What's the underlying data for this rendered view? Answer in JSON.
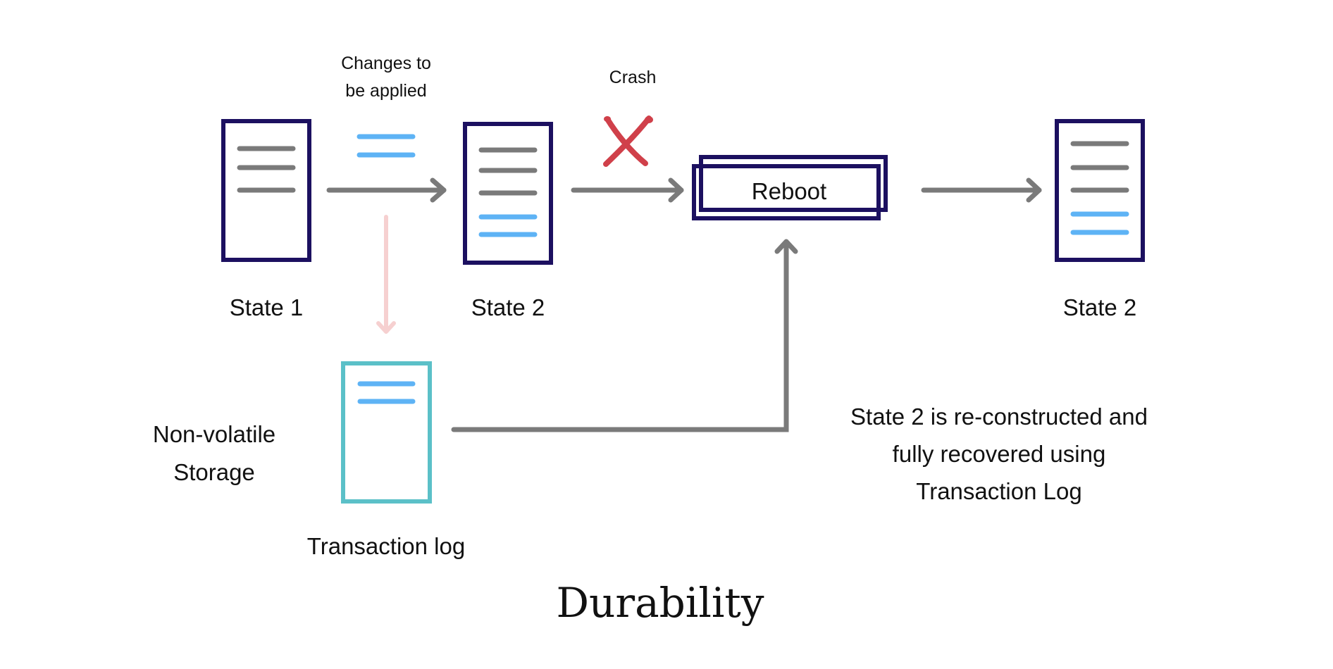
{
  "title": "Durability",
  "colors": {
    "box_border": "#1c1060",
    "log_border": "#5bc0c8",
    "data_line": "#7a7a7a",
    "change_line": "#5eb3f5",
    "arrow": "#7a7a7a",
    "log_arrow": "#f6d0d0",
    "crash": "#d0404a",
    "text": "#111111"
  },
  "labels": {
    "changes_line1": "Changes to",
    "changes_line2": "be applied",
    "crash": "Crash",
    "state1": "State 1",
    "state2": "State 2",
    "state2_final": "State 2",
    "reboot": "Reboot",
    "storage_line1": "Non-volatile",
    "storage_line2": "Storage",
    "transaction_log": "Transaction log",
    "recovery_line1": "State 2 is re-constructed and",
    "recovery_line2": "fully recovered using",
    "recovery_line3": "Transaction Log"
  },
  "documents": {
    "state1": {
      "gray_lines": 3,
      "blue_lines": 0
    },
    "state2": {
      "gray_lines": 3,
      "blue_lines": 2
    },
    "state2_final": {
      "gray_lines": 3,
      "blue_lines": 2
    },
    "transaction_log": {
      "gray_lines": 0,
      "blue_lines": 2
    },
    "changes": {
      "gray_lines": 0,
      "blue_lines": 2
    }
  }
}
